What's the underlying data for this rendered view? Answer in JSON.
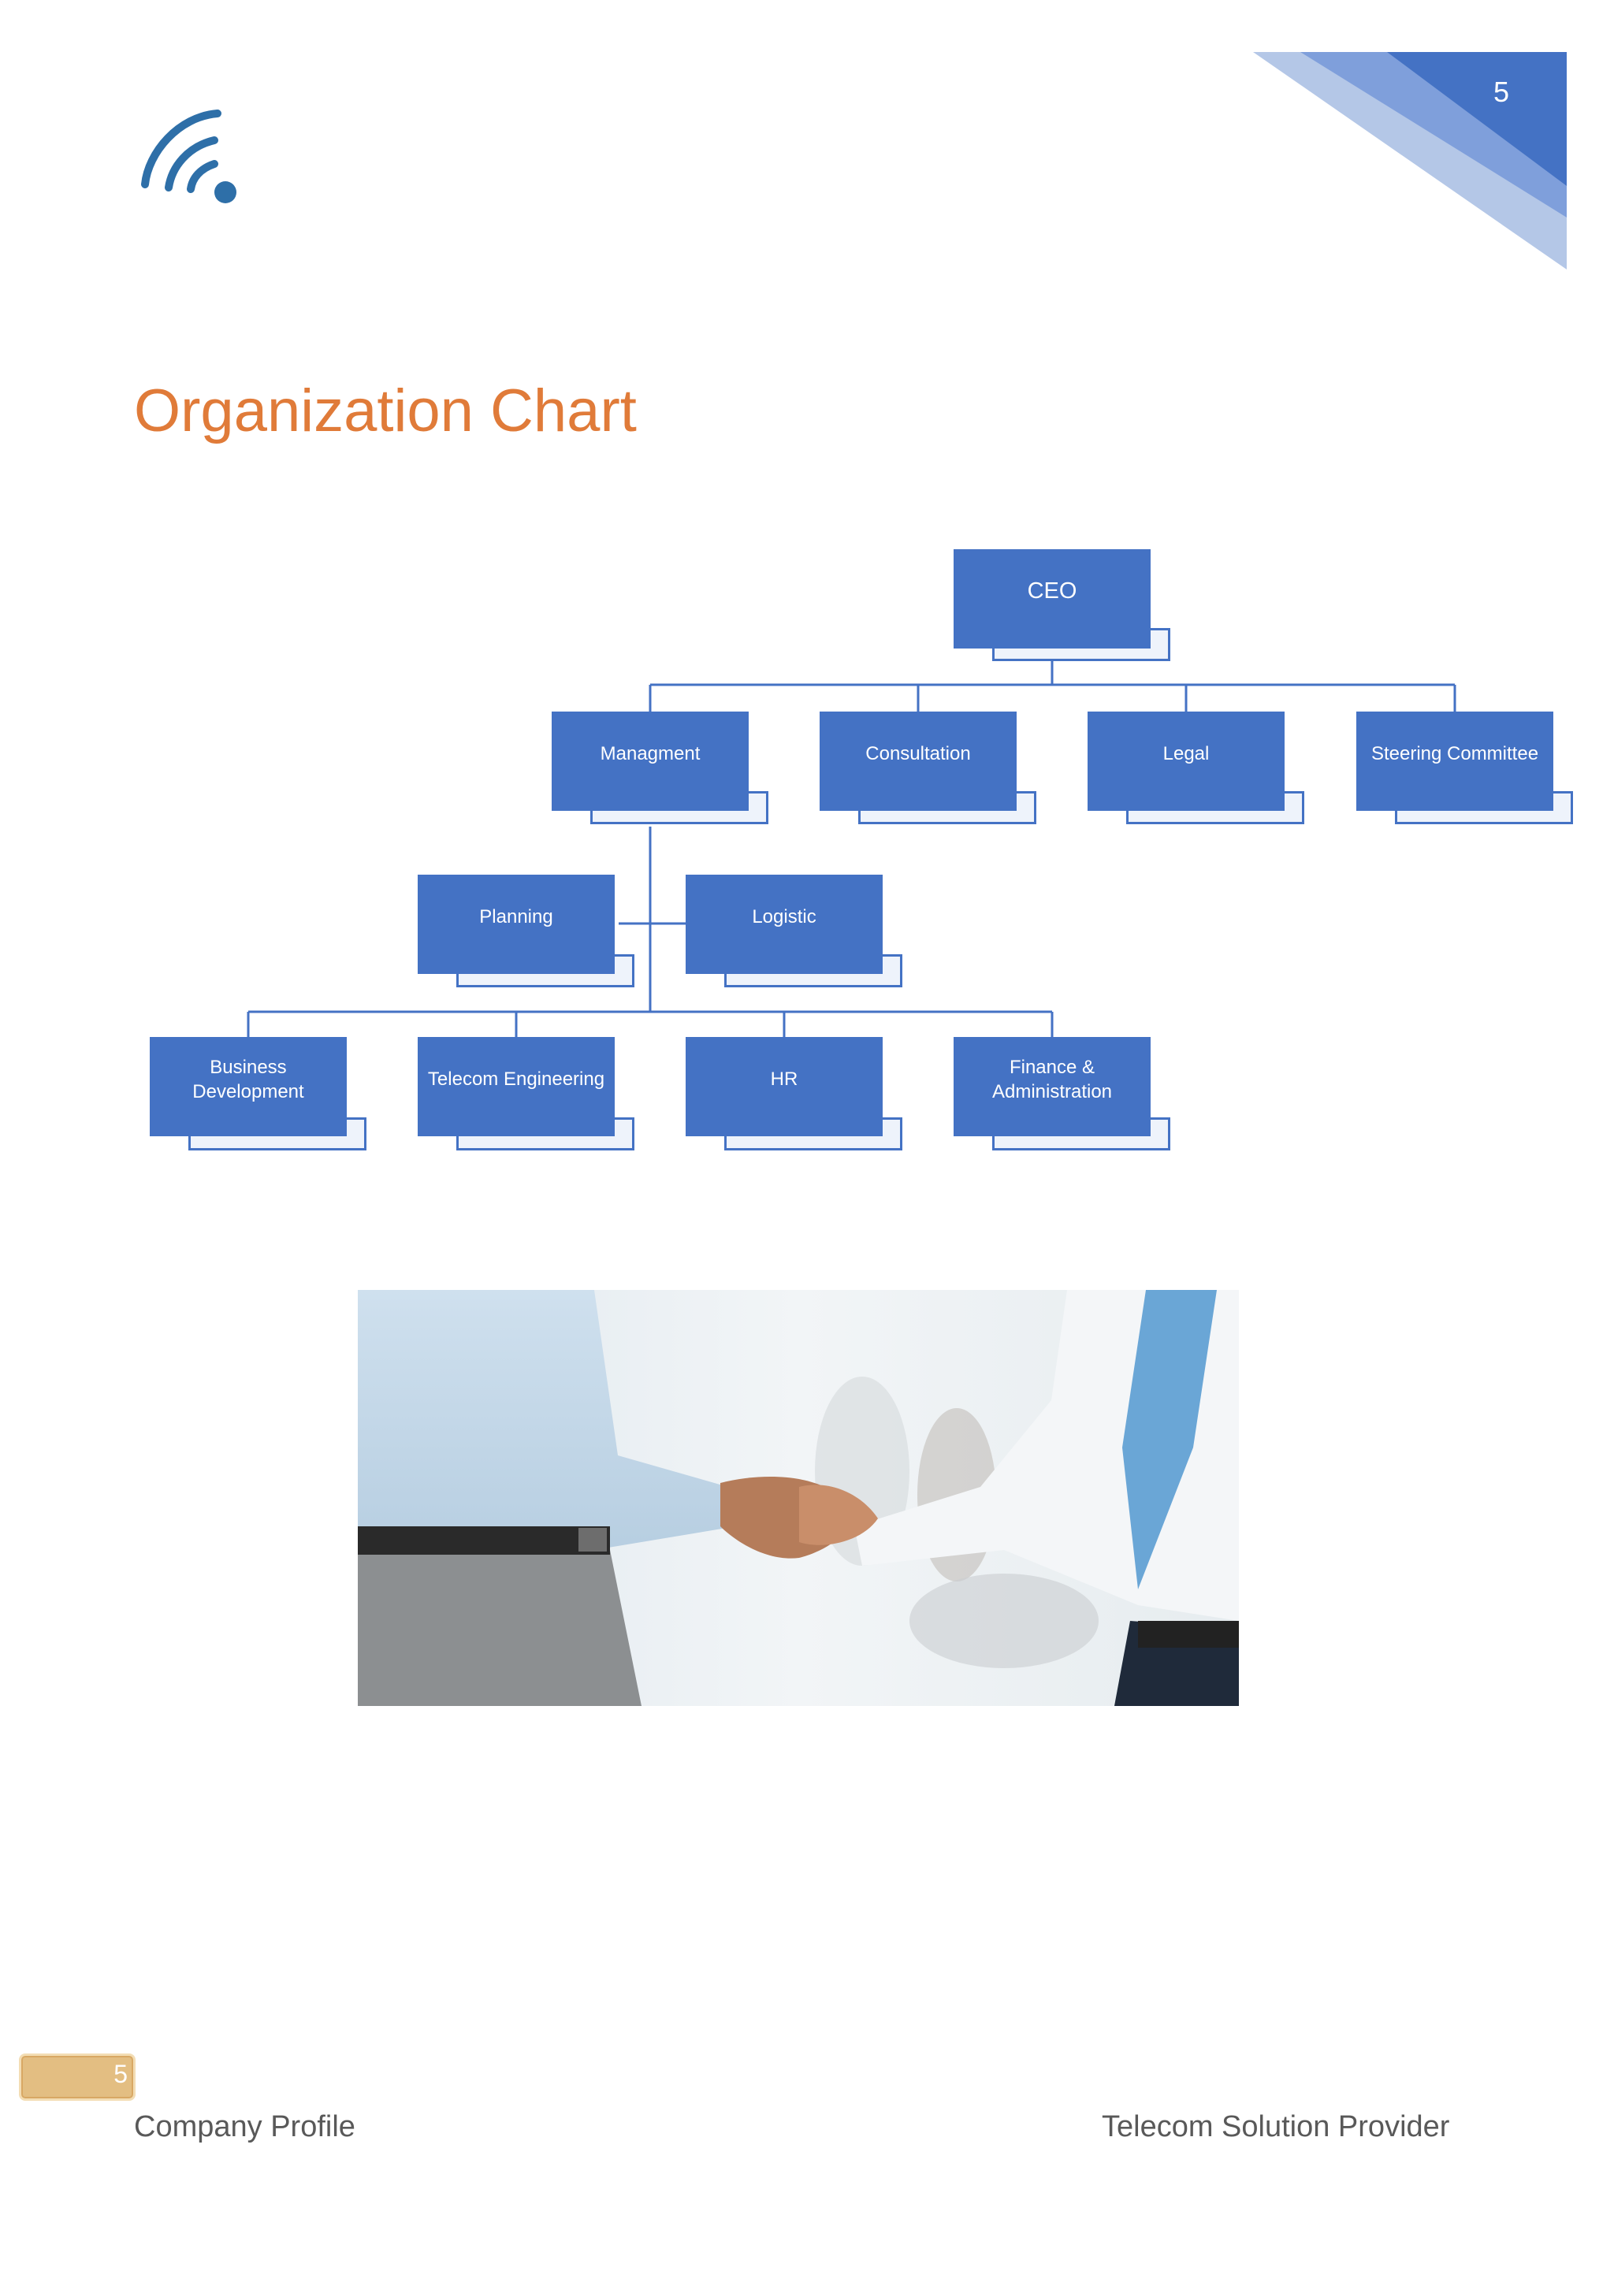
{
  "header": {
    "page_number": "5",
    "accent_colors": [
      "#4472C4",
      "#7F9FDB",
      "#B4C7E7"
    ]
  },
  "logo": {
    "icon": "wifi-signal-icon",
    "color": "#2E6FA8"
  },
  "title": {
    "text": "Organization Chart",
    "color": "#E07B39"
  },
  "org_chart": {
    "node_color": "#4472C4",
    "nodes": {
      "ceo": "CEO",
      "managment": "Managment",
      "consultation": "Consultation",
      "legal": "Legal",
      "steering": "Steering Committee",
      "planning": "Planning",
      "logistic": "Logistic",
      "business_development": "Business Development",
      "telecom_engineering": "Telecom Engineering",
      "hr": "HR",
      "finance_administration": "Finance & Administration"
    }
  },
  "photo": {
    "subject": "business-handshake-photo"
  },
  "footer": {
    "page_number": "5",
    "left_text": "Company Profile",
    "right_text": "Telecom Solution Provider"
  }
}
